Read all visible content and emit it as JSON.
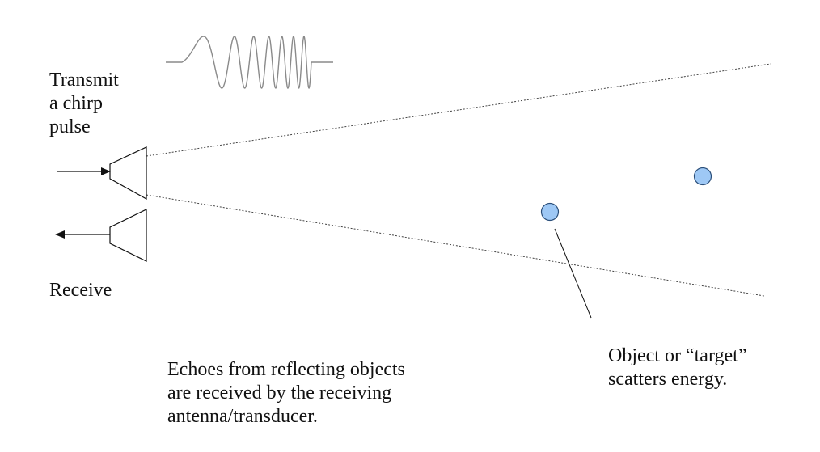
{
  "transmit_label": [
    "Transmit",
    "a chirp",
    "pulse"
  ],
  "receive_label": "Receive",
  "echo_caption": [
    "Echoes from reflecting objects",
    "are received by the receiving",
    "antenna/transducer."
  ],
  "target_caption": [
    "Object or “target”",
    "scatters energy."
  ],
  "colors": {
    "ink": "#111111",
    "chirp_wave": "#8a8a8a",
    "target_fill": "#9ec8f5",
    "target_stroke": "#2b4f7a",
    "beam_line": "#444444"
  },
  "icons": [
    "transmit-antenna-icon",
    "receive-antenna-icon",
    "chirp-waveform-icon",
    "target-icon",
    "arrow-right-icon",
    "arrow-left-icon"
  ]
}
